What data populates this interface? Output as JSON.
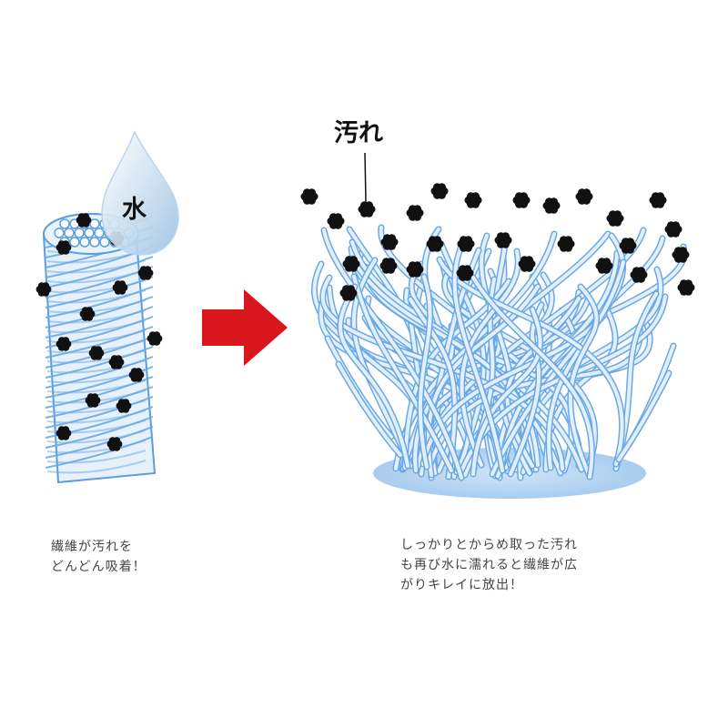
{
  "labels": {
    "water": "水",
    "dirt": "汚れ"
  },
  "captions": {
    "left": [
      "繊維が汚れを",
      "どんどん吸着！"
    ],
    "right": [
      "しっかりとからめ取った汚れ",
      "も再び水に濡れると繊維が広",
      "がりキレイに放出！"
    ]
  },
  "colors": {
    "fiber_stroke": "#5b9ee0",
    "fiber_fill": "#d6e9fa",
    "dirt": "#111111",
    "arrow": "#d8161c",
    "drop": "#cfe2f2"
  }
}
